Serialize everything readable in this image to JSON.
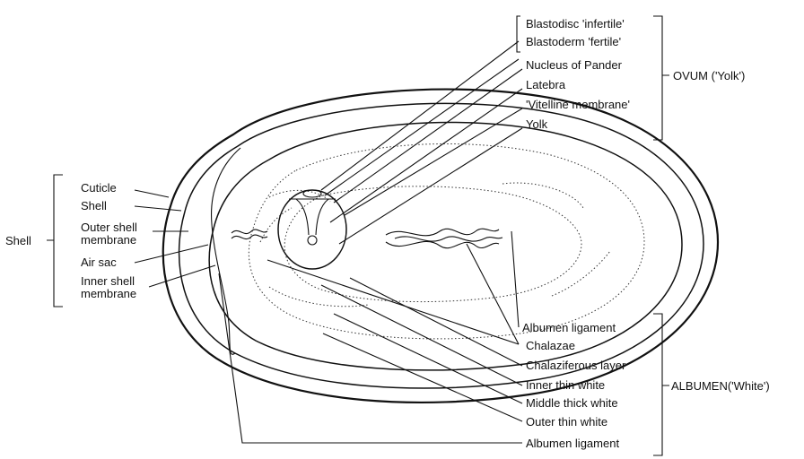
{
  "ovum_labels": {
    "blastodisc": "Blastodisc 'infertile'",
    "blastoderm": "Blastoderm 'fertile'",
    "nucleus_pander": "Nucleus of Pander",
    "latebra": "Latebra",
    "vitelline": "'Vitelline membrane'",
    "yolk": "Yolk"
  },
  "ovum_group": "OVUM ('Yolk')",
  "shell_labels": {
    "cuticle": "Cuticle",
    "shell": "Shell",
    "outer_membrane_1": "Outer shell",
    "outer_membrane_2": "membrane",
    "air_sac": "Air sac",
    "inner_membrane_1": "Inner shell",
    "inner_membrane_2": "membrane"
  },
  "shell_group": "Shell",
  "albumen_labels": {
    "albumen_ligament_top": "Albumen ligament",
    "chalazae": "Chalazae",
    "chalaziferous": "Chalaziferous layer",
    "inner_thin": "Inner thin white",
    "middle_thick": "Middle thick white",
    "outer_thin": "Outer thin white",
    "albumen_ligament_bottom": "Albumen ligament"
  },
  "albumen_group": "ALBUMEN('White')"
}
